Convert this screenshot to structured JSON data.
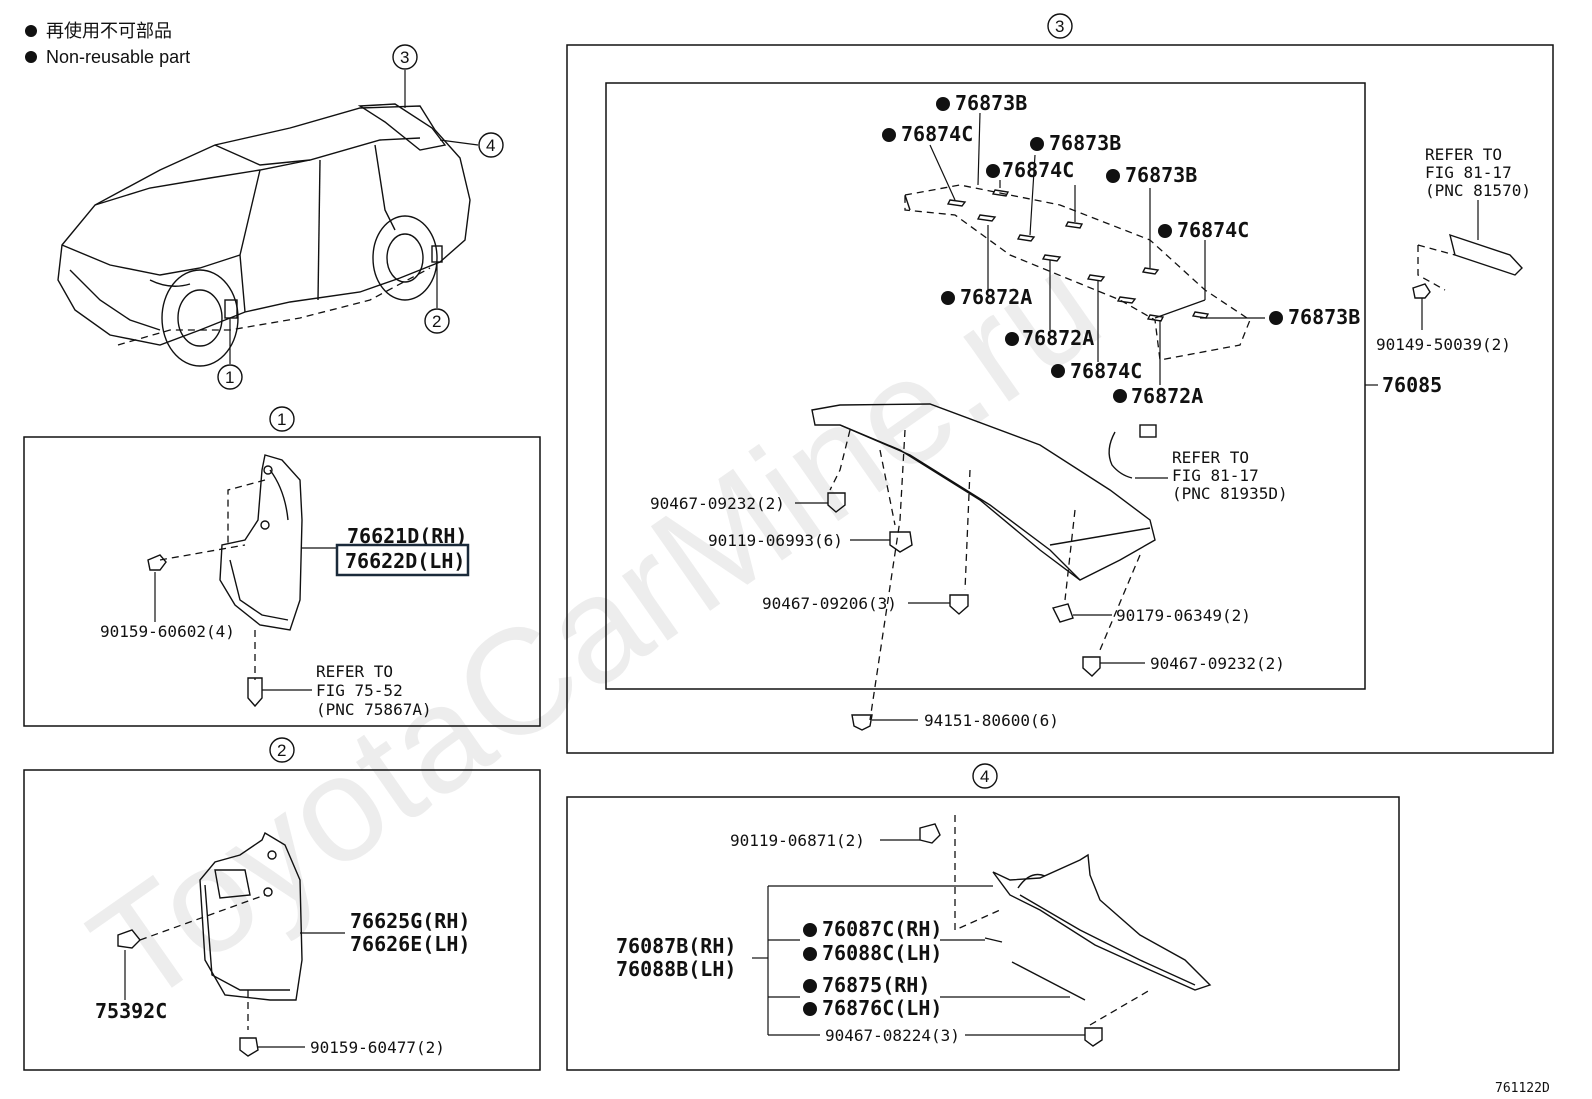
{
  "legend": {
    "line1": "再使用不可部品",
    "line2": "Non-reusable part"
  },
  "watermark": "ToyotaCarMine.ru",
  "diagram_id": "761122D",
  "callouts": [
    "1",
    "2",
    "3",
    "4"
  ],
  "section1": {
    "title": "1",
    "part_rh": "76621D(RH)",
    "part_lh": "76622D(LH)",
    "screw": "90159-60602(4)",
    "ref_line1": "REFER TO",
    "ref_line2": "FIG 75-52",
    "ref_line3": "(PNC 75867A)"
  },
  "section2": {
    "title": "2",
    "part_rh": "76625G(RH)",
    "part_lh": "76626E(LH)",
    "bolt": "75392C",
    "screw": "90159-60477(2)"
  },
  "section3": {
    "title": "3",
    "tapes": [
      "76873B",
      "76874C",
      "76873B",
      "76874C",
      "76873B",
      "76874C",
      "76873B",
      "76872A",
      "76872A",
      "76874C",
      "76872A"
    ],
    "spoiler": "76085",
    "ref_top_line1": "REFER TO",
    "ref_top_line2": "FIG 81-17",
    "ref_top_line3": "(PNC 81570)",
    "bracket_screw": "90149-50039(2)",
    "ref_mid_line1": "REFER TO",
    "ref_mid_line2": "FIG 81-17",
    "ref_mid_line3": "(PNC 81935D)",
    "clip_a": "90467-09232(2)",
    "grommet": "90119-06993(6)",
    "clip_b": "90467-09206(3)",
    "nut": "90179-06349(2)",
    "clip_c": "90467-09232(2)",
    "cap": "94151-80600(6)"
  },
  "section4": {
    "title": "4",
    "screw": "90119-06871(2)",
    "part_rh": "76087B(RH)",
    "part_lh": "76088B(LH)",
    "tape_rh": "76087C(RH)",
    "tape_lh": "76088C(LH)",
    "tape2_rh": "76875(RH)",
    "tape2_lh": "76876C(LH)",
    "clip": "90467-08224(3)"
  }
}
